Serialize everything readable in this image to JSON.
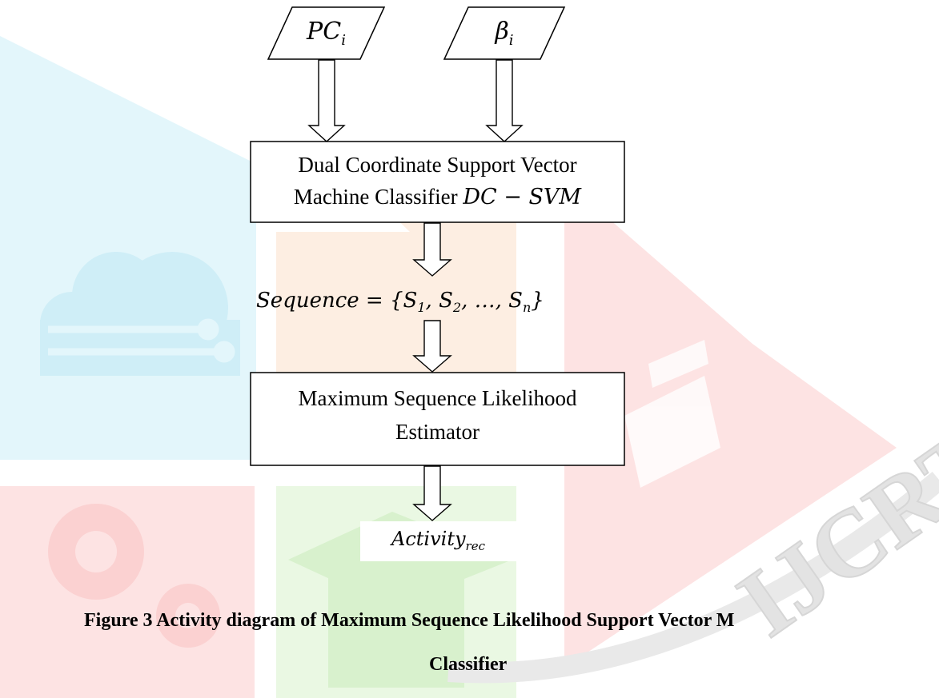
{
  "inputs": {
    "pc": {
      "base": "PC",
      "sub": "i"
    },
    "beta": {
      "base": "β",
      "sub": "i"
    }
  },
  "classifier": {
    "line1": "Dual Coordinate Support Vector",
    "line2_text": "Machine Classifier ",
    "line2_math": "DC − SVM"
  },
  "sequence": {
    "lhs": "Sequence = {",
    "s1": "S",
    "s1_sub": "1",
    "s2": "S",
    "s2_sub": "2",
    "dots": "…",
    "sn": "S",
    "sn_sub": "n",
    "rhs": "}"
  },
  "estimator": {
    "line1": "Maximum Sequence Likelihood",
    "line2": "Estimator"
  },
  "output": {
    "base": "Activity",
    "sub": "rec"
  },
  "caption": {
    "line1": "Figure 3 Activity diagram of Maximum Sequence Likelihood Support Vector M",
    "line2": "Classifier"
  },
  "watermark": {
    "text": "IJCRT"
  },
  "colors": {
    "cyan": "#e3f6fb",
    "orange": "#fdeee2",
    "red": "#fde3e3",
    "green": "#eaf8e3",
    "gray": "#ededed"
  }
}
